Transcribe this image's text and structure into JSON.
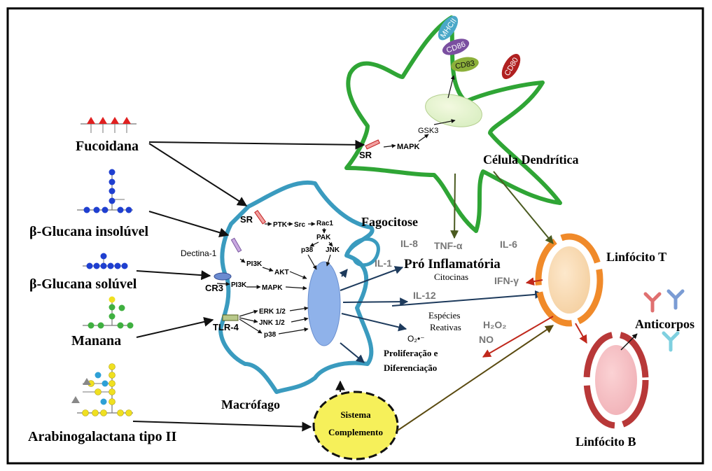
{
  "polysaccharides": {
    "fucoidan": "Fucoidana",
    "beta_glucan_insoluble": "β-Glucana insolúvel",
    "beta_glucan_soluble": "β-Glucana solúvel",
    "mannan": "Manana",
    "arabinogalactan": "Arabinogalactana tipo II"
  },
  "macrophage": {
    "label": "Macrófago",
    "receptors": {
      "sr": "SR",
      "dectin": "Dectina-1",
      "cr3": "CR3",
      "tlr4": "TLR-4"
    },
    "pathway": {
      "ptk": "PTK",
      "src": "Src",
      "rac1": "Rac1",
      "pak": "PAK",
      "p38a": "p38",
      "jnk": "JNK",
      "pi3k_a": "PI3K",
      "akt": "AKT",
      "pi3k_b": "PI3K",
      "mapk": "MAPK",
      "erk": "ERK 1/2",
      "jnk12": "JNK 1/2",
      "p38b": "p38"
    }
  },
  "dendritic": {
    "label": "Célula Dendrítica",
    "sr": "SR",
    "mapk": "MAPK",
    "gsk3": "GSK3",
    "markers": [
      "MHCII",
      "CD86",
      "CD83",
      "CD80"
    ]
  },
  "outputs": {
    "phagocytosis": "Fagocitose",
    "il8": "IL-8",
    "tnfa": "TNF-α",
    "il6": "IL-6",
    "il1": "IL-1",
    "pro_inflam": "Pró Inflamatória",
    "cytokines": "Citocinas",
    "ifng": "IFN-γ",
    "il12": "IL-12",
    "species_1": "Espécies",
    "species_2": "Reativas",
    "o2": "O₂•⁻",
    "h2o2": "H₂O₂",
    "no": "NO",
    "prolif_1": "Proliferação e",
    "prolif_2": "Diferenciação"
  },
  "lymph_t": "Linfócito T",
  "lymph_b": "Linfócito B",
  "antibodies": "Anticorpos",
  "complement_1": "Sistema",
  "complement_2": "Complemento",
  "colors": {
    "macrophage": "#3a9bbf",
    "dendritic": "#2fa535",
    "tcell": "#f08a2a",
    "bcell": "#b83838",
    "complement": "#f6f05a",
    "nucleus": "#8fb2ea",
    "fucose": "#e02020",
    "glucose": "#1f3fd0",
    "mannose": "#3fb040",
    "galactose": "#f0e020",
    "arabinose": "#2ea0d6",
    "rhamnose": "#888888"
  }
}
